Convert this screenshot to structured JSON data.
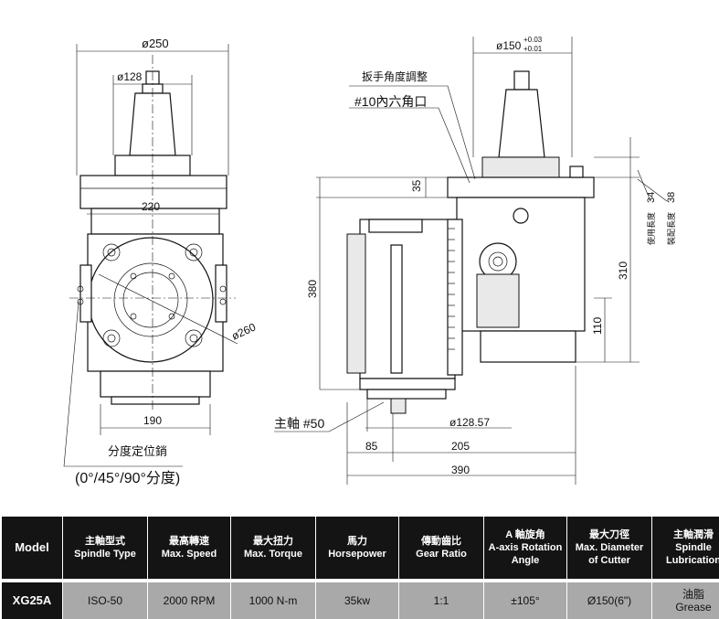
{
  "drawing": {
    "front": {
      "dia_top": "ø250",
      "dia_shank": "ø128",
      "width_mid": "220",
      "dia_flange": "ø260",
      "width_base": "190",
      "pin_label": "分度定位銷",
      "angles": "(0°/45°/90°分度)"
    },
    "side": {
      "dia_cutter": "ø150",
      "tol_upper": "+0.03",
      "tol_lower": "+0.01",
      "wrench_label": "扳手角度調整",
      "hex_label": "#10內六角口",
      "d35": "35",
      "d34": "34",
      "d38": "38",
      "use_length": "使用長度",
      "install_length": "裝配長度",
      "d380": "380",
      "d310": "310",
      "d110": "110",
      "spindle_label": "主軸 #50",
      "dia_12857": "ø128.57",
      "d85": "85",
      "d205": "205",
      "d390": "390"
    }
  },
  "table": {
    "headers": [
      {
        "zh": "Model",
        "en": ""
      },
      {
        "zh": "主軸型式",
        "en": "Spindle Type"
      },
      {
        "zh": "最高轉速",
        "en": "Max. Speed"
      },
      {
        "zh": "最大扭力",
        "en": "Max. Torque"
      },
      {
        "zh": "馬力",
        "en": "Horsepower"
      },
      {
        "zh": "傳動齒比",
        "en": "Gear Ratio"
      },
      {
        "zh": "A 軸旋角",
        "en": "A-axis Rotation Angle"
      },
      {
        "zh": "最大刀徑",
        "en": "Max. Diameter of Cutter"
      },
      {
        "zh": "主軸潤滑",
        "en": "Spindle Lubrication"
      }
    ],
    "row": {
      "model": "XG25A",
      "spindle_type": "ISO-50",
      "max_speed": "2000 RPM",
      "max_torque": "1000 N-m",
      "horsepower": "35kw",
      "gear_ratio": "1:1",
      "rotation_angle": "±105°",
      "max_cutter": "Ø150(6\")",
      "lubrication_zh": "油脂",
      "lubrication_en": "Grease"
    }
  }
}
